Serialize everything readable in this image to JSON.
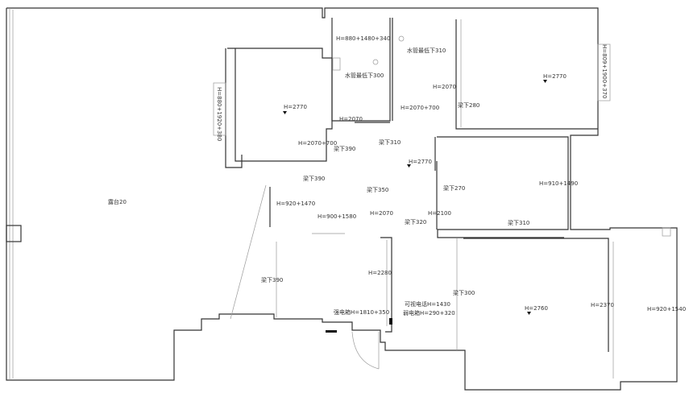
{
  "title": "Floor plan",
  "labels": {
    "terrace": "露台20",
    "kitchen_window": "H=880+1480+340",
    "kitchen_pipe": "水管最低下300",
    "bath_pipe": "水管最低下310",
    "left_bedroom_height": "H=2770",
    "right_bedroom_height": "H=2770",
    "right_bedroom_window": "H=809+1900+370",
    "left_bedroom_window": "H=880+1920+380",
    "kitchen_door": "H=2070",
    "bath_door": "H=2070",
    "bath_door2": "H=2070+700",
    "beam_280": "梁下280",
    "left_bedroom_door": "H=2070+700",
    "beam_390_a": "梁下390",
    "beam_310_a": "梁下310",
    "hall_height": "H=2770",
    "beam_390_b": "梁下390",
    "beam_350": "梁下350",
    "study_window": "H=920+1470",
    "study_window2": "H=900+1580",
    "study_door": "H=2070",
    "mid_door": "H=2100",
    "beam_320": "梁下320",
    "beam_270": "梁下270",
    "mid_room_window": "H=910+1490",
    "beam_310_b": "梁下310",
    "beam_390_c": "梁下390",
    "entry_height": "H=2280",
    "beam_300": "梁下300",
    "power_box": "强电箱H=1810+350",
    "intercom": "可视电话H=1430",
    "weak_box": "弱电箱H=290+320",
    "living_height": "H=2760",
    "living_door": "H=2370",
    "balcony_window": "H=920+1540"
  }
}
